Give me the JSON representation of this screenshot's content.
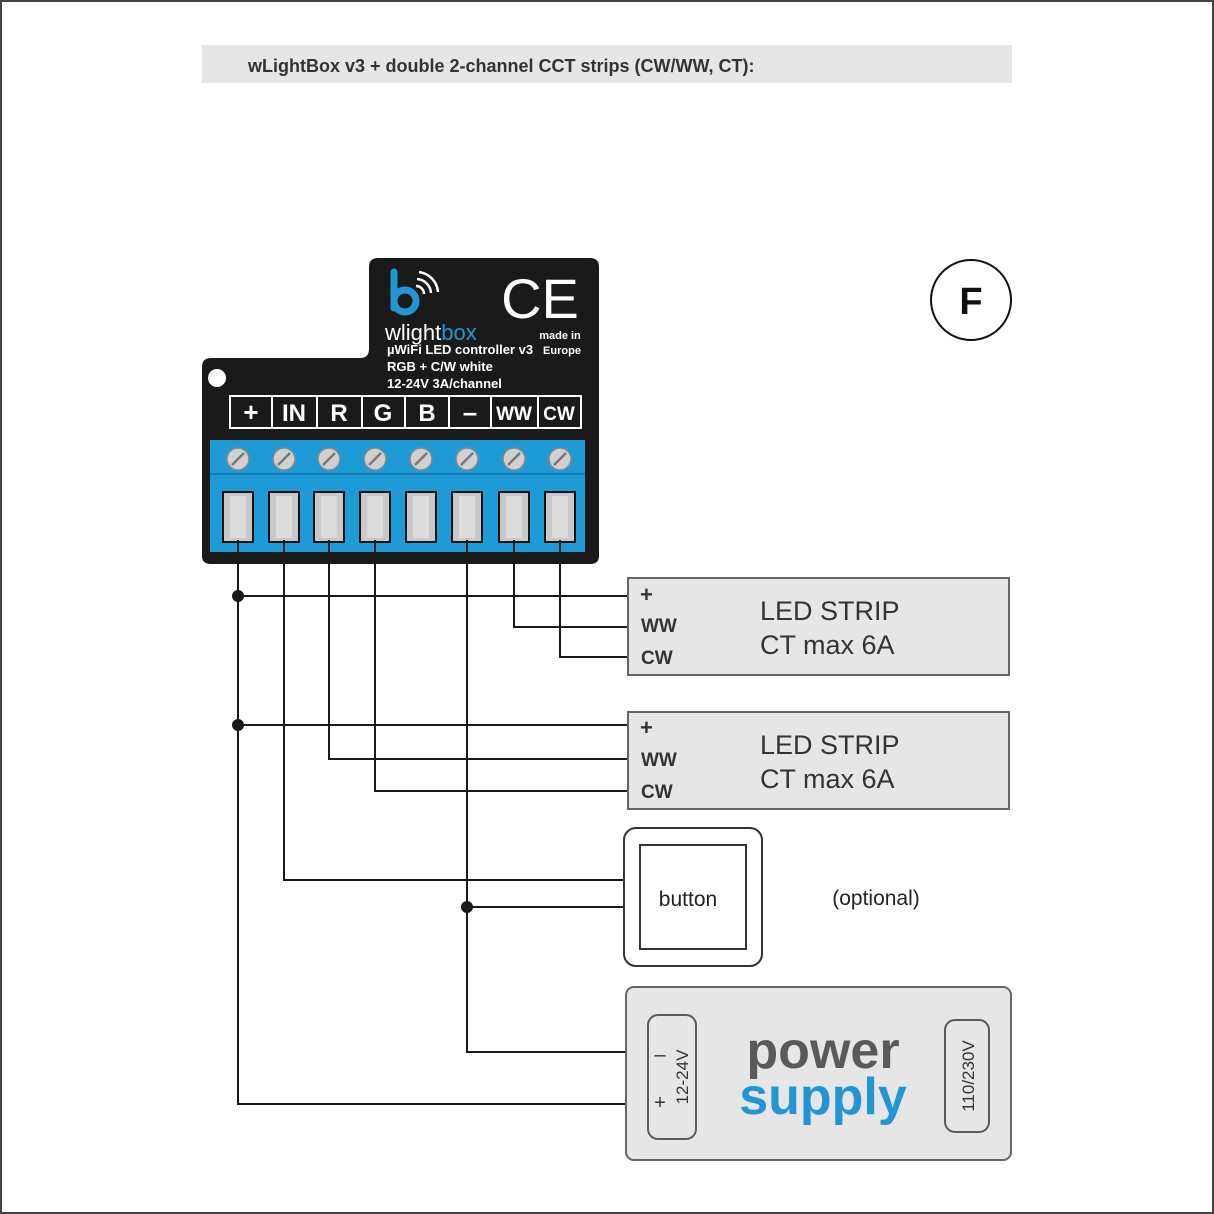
{
  "header": {
    "title": "wLightBox v3 + double 2-channel CCT strips (CW/WW, CT):"
  },
  "variant_badge": "F",
  "controller": {
    "brand_prefix": "w",
    "brand_light": "light",
    "brand_box": "box",
    "ce_mark": "CE",
    "made_in_line1": "made in",
    "made_in_line2": "Europe",
    "spec_lines": [
      "µWiFi LED controller v3",
      "RGB + C/W white",
      "12-24V  3A/channel"
    ],
    "terminals": [
      "+",
      "IN",
      "R",
      "G",
      "B",
      "–",
      "WW",
      "CW"
    ]
  },
  "led_strips": [
    {
      "pins": [
        "+",
        "WW",
        "CW"
      ],
      "title": "LED STRIP",
      "subtitle": "CT max 6A"
    },
    {
      "pins": [
        "+",
        "WW",
        "CW"
      ],
      "title": "LED STRIP",
      "subtitle": "CT max 6A"
    }
  ],
  "button": {
    "label": "button",
    "note": "(optional)"
  },
  "power_supply": {
    "word1": "power",
    "word2": "supply",
    "minus": "–",
    "plus": "+",
    "dc_label": "12-24V",
    "ac_label": "110/230V"
  },
  "colors": {
    "accent_blue": "#2196d3",
    "module_black": "#1a1a1a",
    "terminal_blue": "#1e9ad6",
    "box_fill": "#e6e6e6",
    "text_dark": "#333333",
    "ps_grey": "#5a5a5a"
  }
}
